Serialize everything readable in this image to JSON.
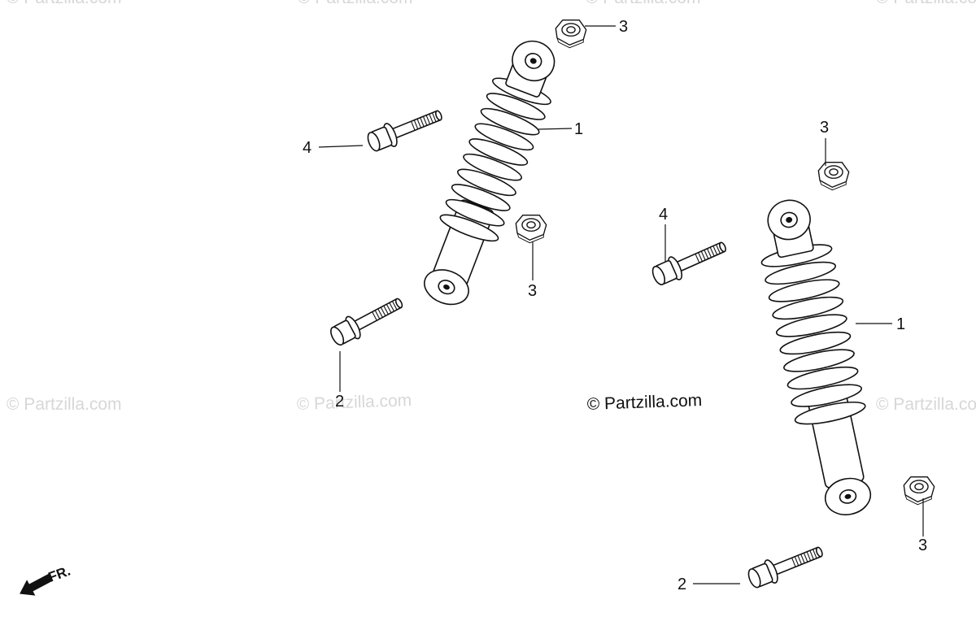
{
  "watermark": "© Partzilla.com",
  "copyright": "© Partzilla.com",
  "direction_marker": "FR.",
  "callouts": {
    "shock_left": "1",
    "shock_right": "1",
    "bolt_left": "2",
    "bolt_right": "2",
    "nut_left_top": "3",
    "nut_left_mid": "3",
    "nut_right_top": "3",
    "nut_right_bottom": "3",
    "bolt_upper_left": "4",
    "bolt_upper_right": "4"
  }
}
